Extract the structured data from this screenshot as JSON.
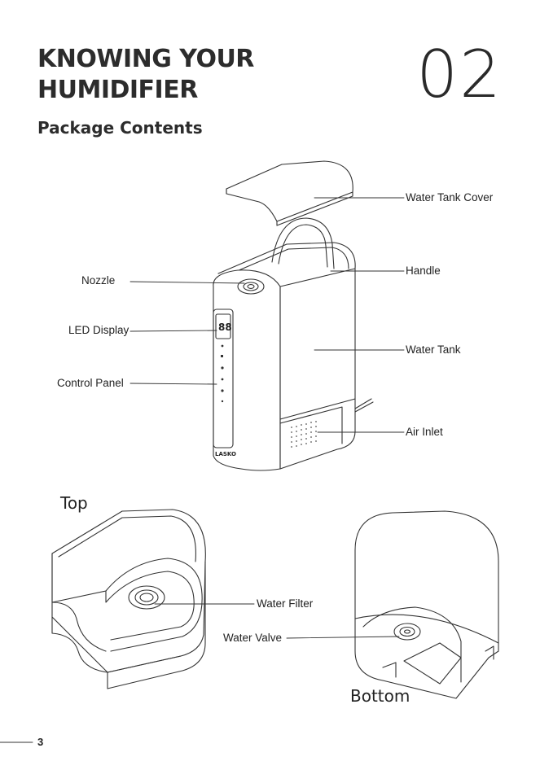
{
  "header": {
    "title_line1": "KNOWING YOUR",
    "title_line2": "HUMIDIFIER",
    "chapter_number": "02"
  },
  "section": {
    "title": "Package Contents"
  },
  "main_diagram": {
    "labels": {
      "water_tank_cover": "Water Tank Cover",
      "handle": "Handle",
      "nozzle": "Nozzle",
      "led_display": "LED Display",
      "water_tank": "Water Tank",
      "control_panel": "Control Panel",
      "air_inlet": "Air Inlet"
    },
    "display_digits": "88",
    "brand_mark": "LASKO"
  },
  "top_view": {
    "label": "Top",
    "water_filter_label": "Water Filter"
  },
  "bottom_view": {
    "label": "Bottom",
    "water_valve_label": "Water Valve"
  },
  "footer": {
    "page_number": "3"
  }
}
